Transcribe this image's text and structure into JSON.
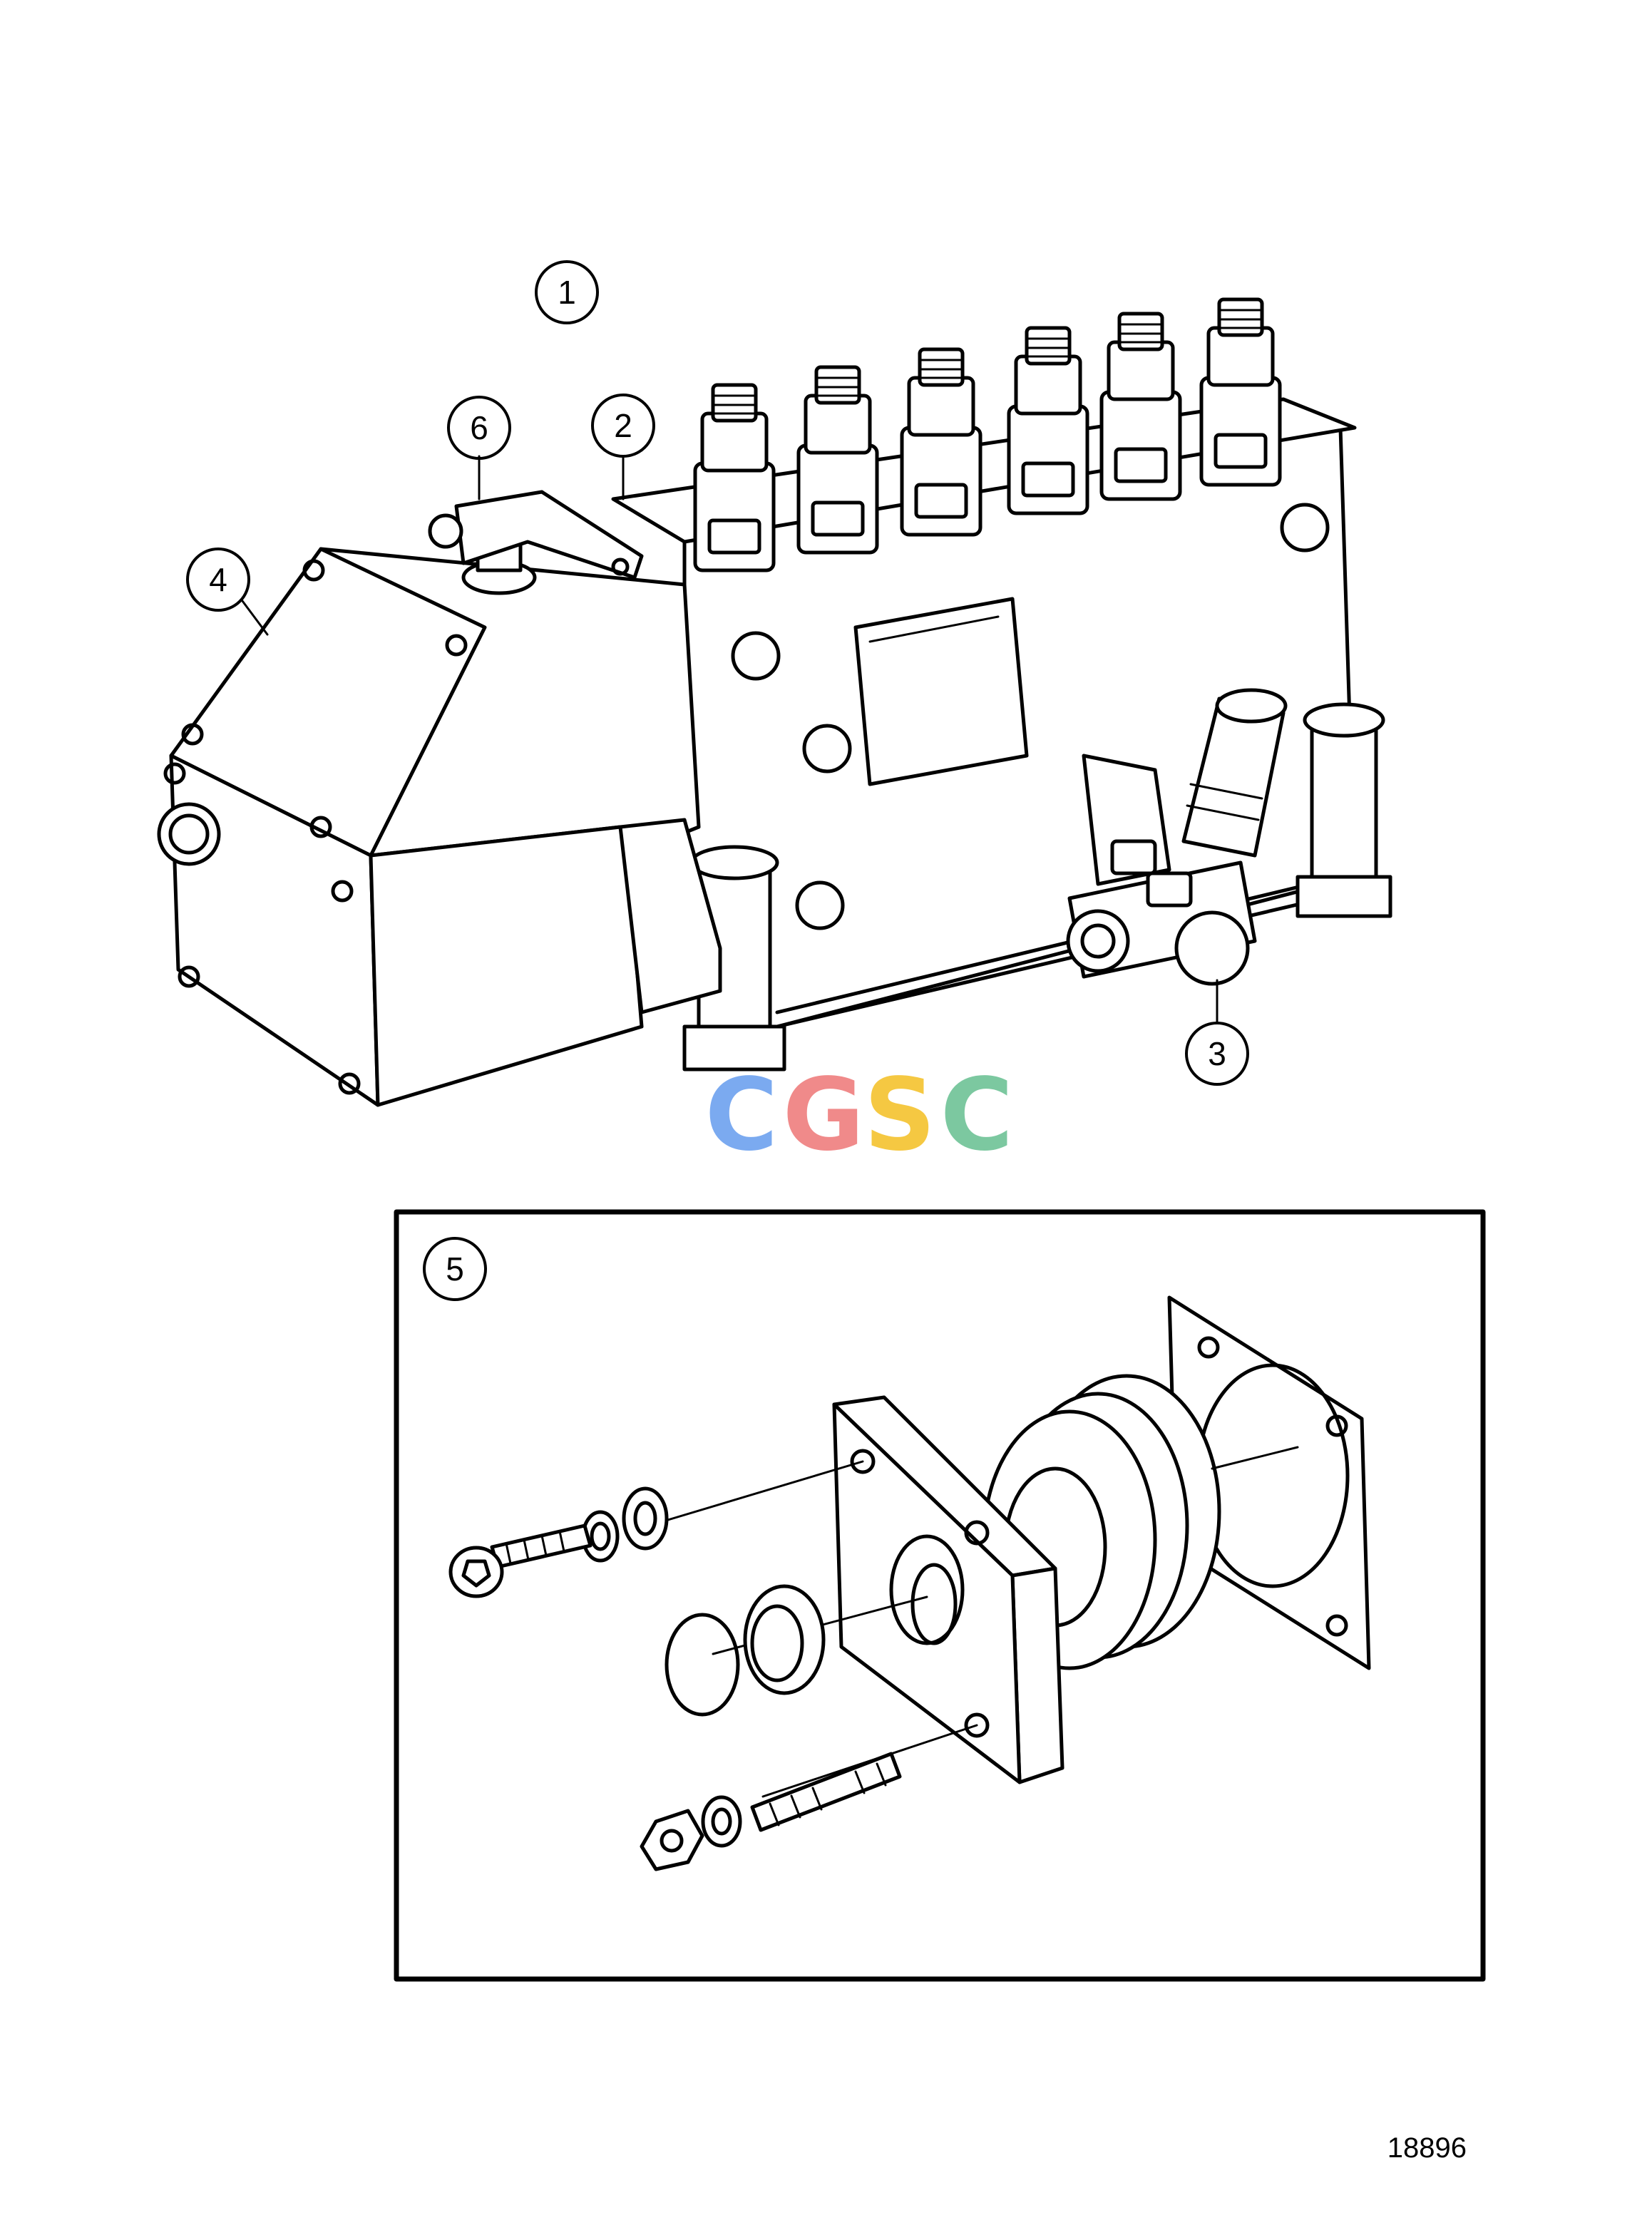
{
  "callouts": [
    {
      "label": "1"
    },
    {
      "label": "2"
    },
    {
      "label": "3"
    },
    {
      "label": "4"
    },
    {
      "label": "5"
    },
    {
      "label": "6"
    }
  ],
  "watermark": {
    "letters": [
      "C",
      "G",
      "S",
      "C"
    ],
    "colors": [
      "#7baaf0",
      "#f08a8a",
      "#f5c842",
      "#7cc8a0"
    ]
  },
  "drawing_number": "18896"
}
